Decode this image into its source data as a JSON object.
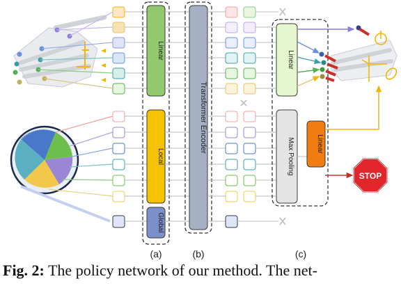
{
  "blocks": {
    "linear_a": "Linear",
    "local": "Local",
    "global": "Global",
    "transformer": "Transformer Encoder",
    "linear_c": "Linear",
    "max_pooling": "Max Pooling",
    "linear_small": "Linear"
  },
  "stop_sign": "STOP",
  "sublabels": {
    "a": "(a)",
    "b": "(b)",
    "c": "(c)"
  },
  "caption": {
    "figure_label": "Fig. 2:",
    "text": " The policy network of our method. The net-"
  },
  "colors": {
    "linear_green": "#92c86e",
    "local_yellow": "#f5c200",
    "global_blue": "#7b8fc8",
    "transformer_grey": "#a6b0c4",
    "linear_c_green": "#e4f7cf",
    "pool_grey": "#e4e4e4",
    "linear_orange": "#f07c12",
    "stop_red": "#e0262a",
    "arrow_yellow": "#f5b400"
  }
}
